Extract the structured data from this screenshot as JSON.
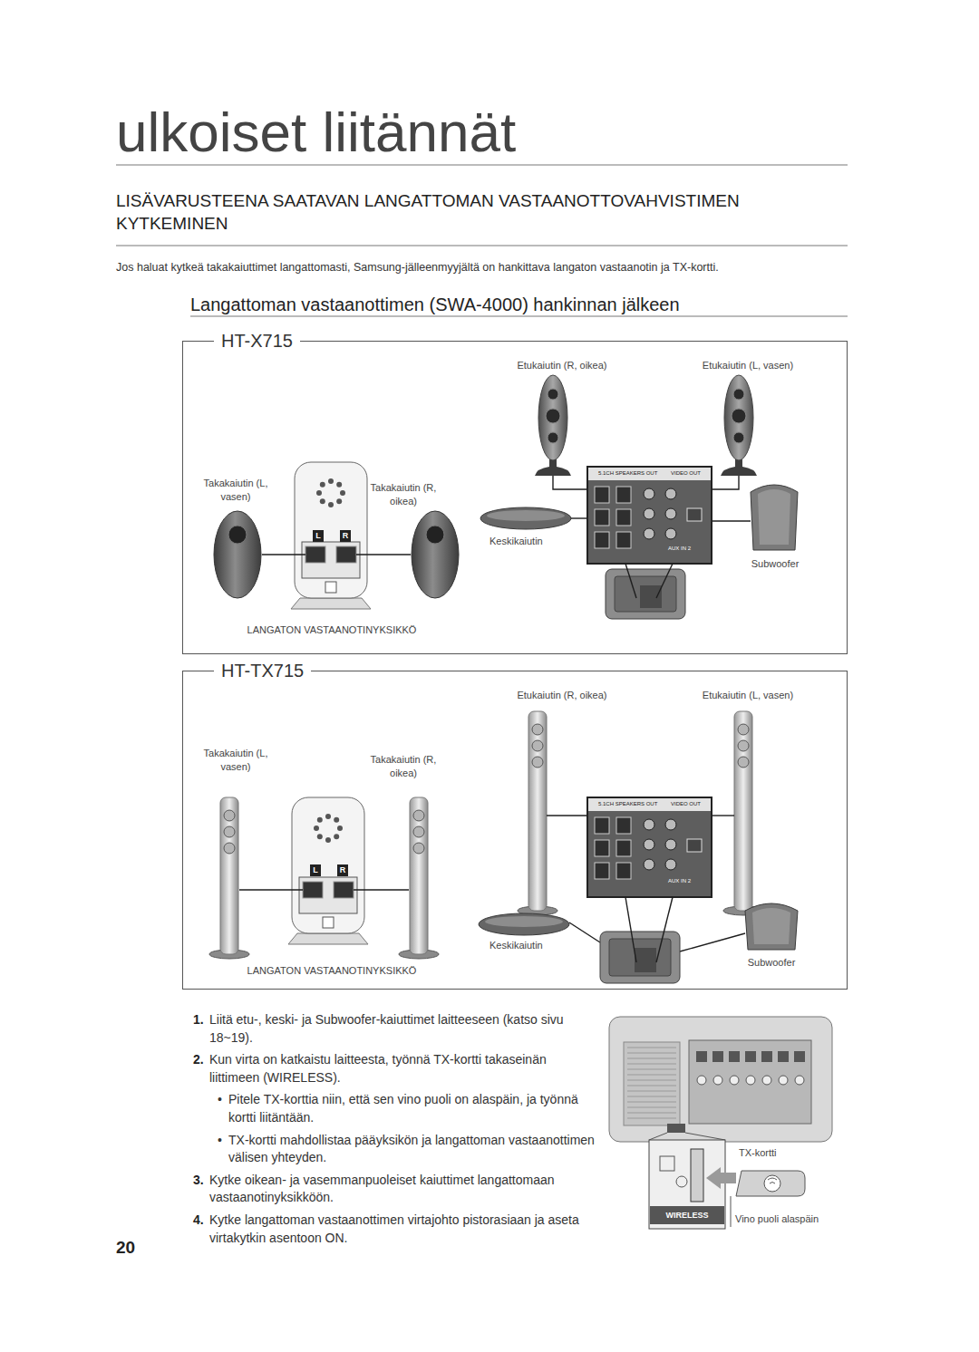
{
  "diagram": {
    "title": "ulkoiset liitännät",
    "nodes": [
      {
        "text": [
          "HT-X715"
        ]
      },
      {
        "text": [
          "HT-TX715"
        ]
      }
    ],
    "labels": [
      "LISÄVARUSTEENA SAATAVAN LANGATTOMAN VASTAANOTTOVAHVISTIMEN KYTKEMINEN",
      "Jos haluat kytkeä takakaiuttimet langattomasti, Samsung-jälleenmyyjältä on hankittava langaton vastaanotin ja TX-kortti.",
      "Langattoman vastaanottimen (SWA-4000) hankinnan jälkeen",
      "Etukaiutin (R, oikea)",
      "Etukaiutin (L, vasen)",
      "Takakaiutin (L, vasen)",
      "Takakaiutin (R, oikea)",
      "5.1CH SPEAKERS OUT",
      "VIDEO OUT",
      "AUX IN 2",
      "L",
      "R",
      "Keskikaiutin",
      "Subwoofer",
      "LANGATON VASTAANOTINYKSIKKÖ",
      "Etukaiutin (R, oikea)",
      "Etukaiutin (L, vasen)",
      "Takakaiutin (L, vasen)",
      "Takakaiutin (R, oikea)",
      "5.1CH SPEAKERS OUT",
      "VIDEO OUT",
      "AUX IN 2",
      "L",
      "R",
      "Keskikaiutin",
      "Subwoofer",
      "LANGATON VASTAANOTINYKSIKKÖ",
      "1.",
      "Liitä etu-, keski- ja Subwoofer-kaiuttimet laitteeseen (katso sivu 18~19).",
      "2.",
      "Kun virta on katkaistu laitteesta, työnnä TX-kortti takaseinän liittimeen (WIRELESS).",
      "•",
      "Pitele TX-korttia niin, että sen vino puoli on alaspäin, ja työnnä kortti liitäntään.",
      "•",
      "TX-kortti mahdollistaa pääyksikön ja langattoman vastaanottimen välisen yhteyden.",
      "3.",
      "Kytke oikean- ja vasemmanpuoleiset kaiuttimet langattomaan vastaanotinyksikköön.",
      "4.",
      "Kytke langattoman vastaanottimen virtajohto pistorasiaan ja aseta virtakytkin asentoon ON.",
      "TX-kortti",
      "WIRELESS",
      "Vino puoli alaspäin",
      "20"
    ]
  }
}
